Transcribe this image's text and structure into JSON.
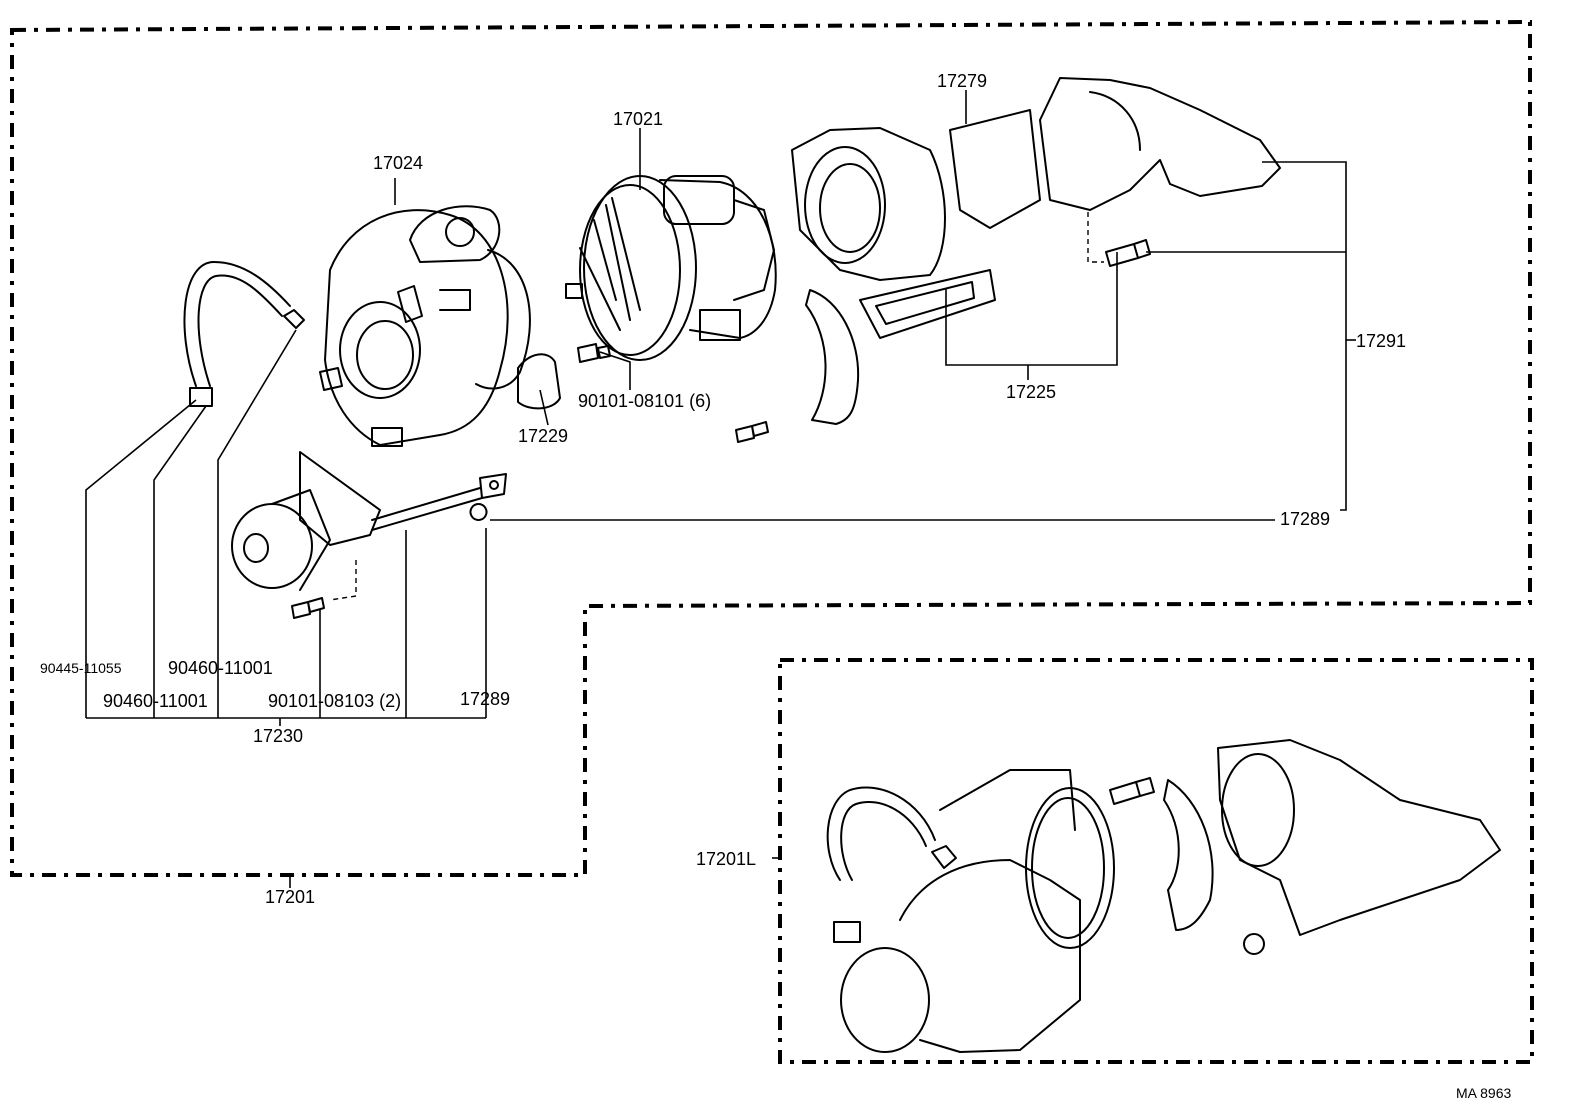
{
  "labels": {
    "p17024": "17024",
    "p17021": "17021",
    "p17279": "17279",
    "p17291": "17291",
    "p17225": "17225",
    "p17229": "17229",
    "p90101_08101": "90101-08101 (6)",
    "p17289_right": "17289",
    "p90445_11055": "90445-11055",
    "p90460_11001_a": "90460-11001",
    "p90460_11001_b": "90460-11001",
    "p90101_08103": "90101-08103 (2)",
    "p17289_left": "17289",
    "p17230": "17230",
    "p17201": "17201",
    "p17201L": "17201L",
    "diagram_code": "MA 8963"
  }
}
